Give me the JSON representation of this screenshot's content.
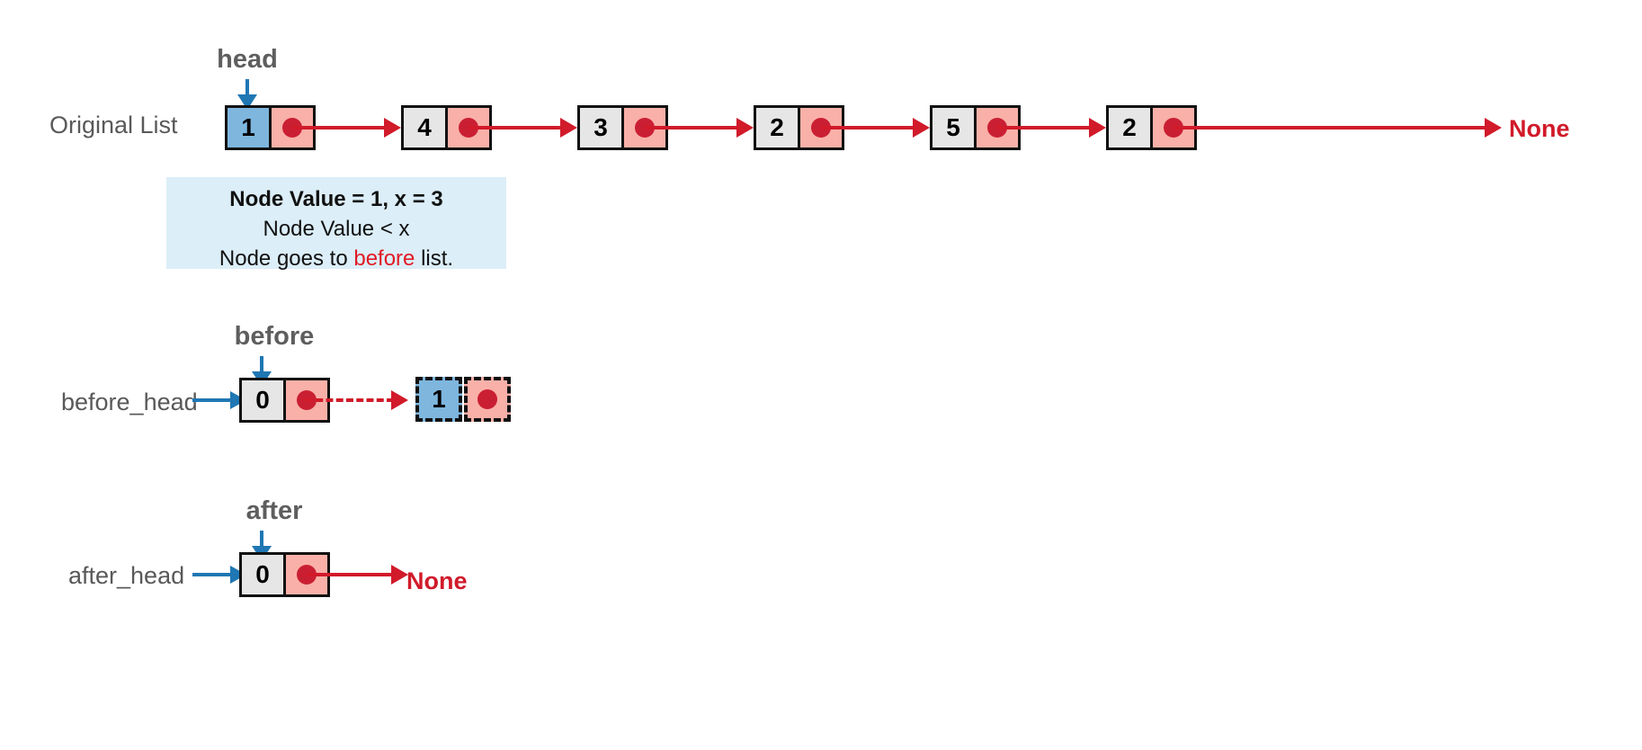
{
  "diagram": {
    "title_rows": {
      "original": "Original List",
      "before_head": "before_head",
      "after_head": "after_head"
    },
    "pointer_labels": {
      "head": "head",
      "before": "before",
      "after": "after"
    },
    "terminator": "None",
    "colors": {
      "highlight_blue": "#7eb6de",
      "node_gray": "#e6e6e6",
      "next_salmon": "#f9b0a8",
      "dot_red": "#ca1f33",
      "arrow_red": "#d11a2a",
      "pointer_blue": "#1f77b4",
      "info_bg": "#dceef8",
      "label_gray": "#595959",
      "accent_red": "#e01b24"
    },
    "original_list": {
      "nodes": [
        {
          "value": "1",
          "highlight": true
        },
        {
          "value": "4",
          "highlight": false
        },
        {
          "value": "3",
          "highlight": false
        },
        {
          "value": "2",
          "highlight": false
        },
        {
          "value": "5",
          "highlight": false
        },
        {
          "value": "2",
          "highlight": false
        }
      ],
      "tail": "None"
    },
    "info": {
      "line1": "Node Value = 1, x = 3",
      "line2": "Node Value < x",
      "line3_prefix": "Node goes to ",
      "line3_accent": "before",
      "line3_suffix": " list."
    },
    "before_list": {
      "nodes": [
        {
          "value": "0",
          "highlight": false,
          "ghost": false
        },
        {
          "value": "1",
          "highlight": true,
          "ghost": true
        }
      ],
      "link_style": "dashed"
    },
    "after_list": {
      "nodes": [
        {
          "value": "0",
          "highlight": false,
          "ghost": false
        }
      ],
      "tail": "None"
    }
  }
}
